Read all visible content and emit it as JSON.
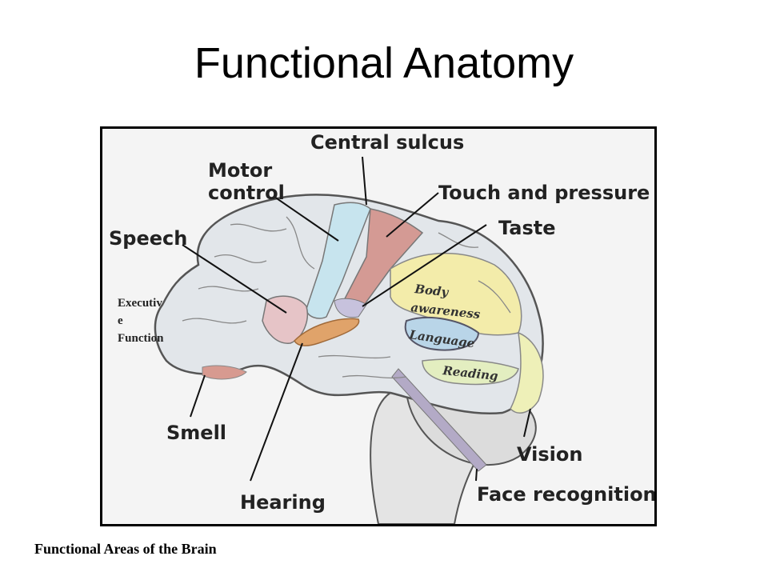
{
  "slide": {
    "title": "Functional Anatomy",
    "caption": "Functional Areas of the Brain"
  },
  "diagram": {
    "labels": {
      "central_sulcus": "Central sulcus",
      "motor_control_line1": "Motor",
      "motor_control_line2": "control",
      "touch_and_pressure": "Touch and pressure",
      "taste": "Taste",
      "speech": "Speech",
      "smell": "Smell",
      "vision": "Vision",
      "hearing": "Hearing",
      "face_recognition": "Face recognition",
      "body_awareness_line1": "Body",
      "body_awareness_line2": "awareness",
      "language": "Language",
      "reading": "Reading"
    },
    "executive_function": {
      "line1": "Executiv",
      "line2": "e",
      "line3": "Function"
    },
    "colors": {
      "brain_base": "#e2e6ea",
      "motor_cortex": "#c7e4ee",
      "sensory_cortex": "#d49a94",
      "body_awareness": "#f3ecaa",
      "language": "#b9d5e8",
      "reading": "#e3eec0",
      "hearing": "#e0a36a",
      "speech": "#e6c4c7",
      "smell": "#d79a90",
      "vision": "#eef0b8",
      "face_recognition": "#b3aac6",
      "outline": "#555555"
    }
  }
}
